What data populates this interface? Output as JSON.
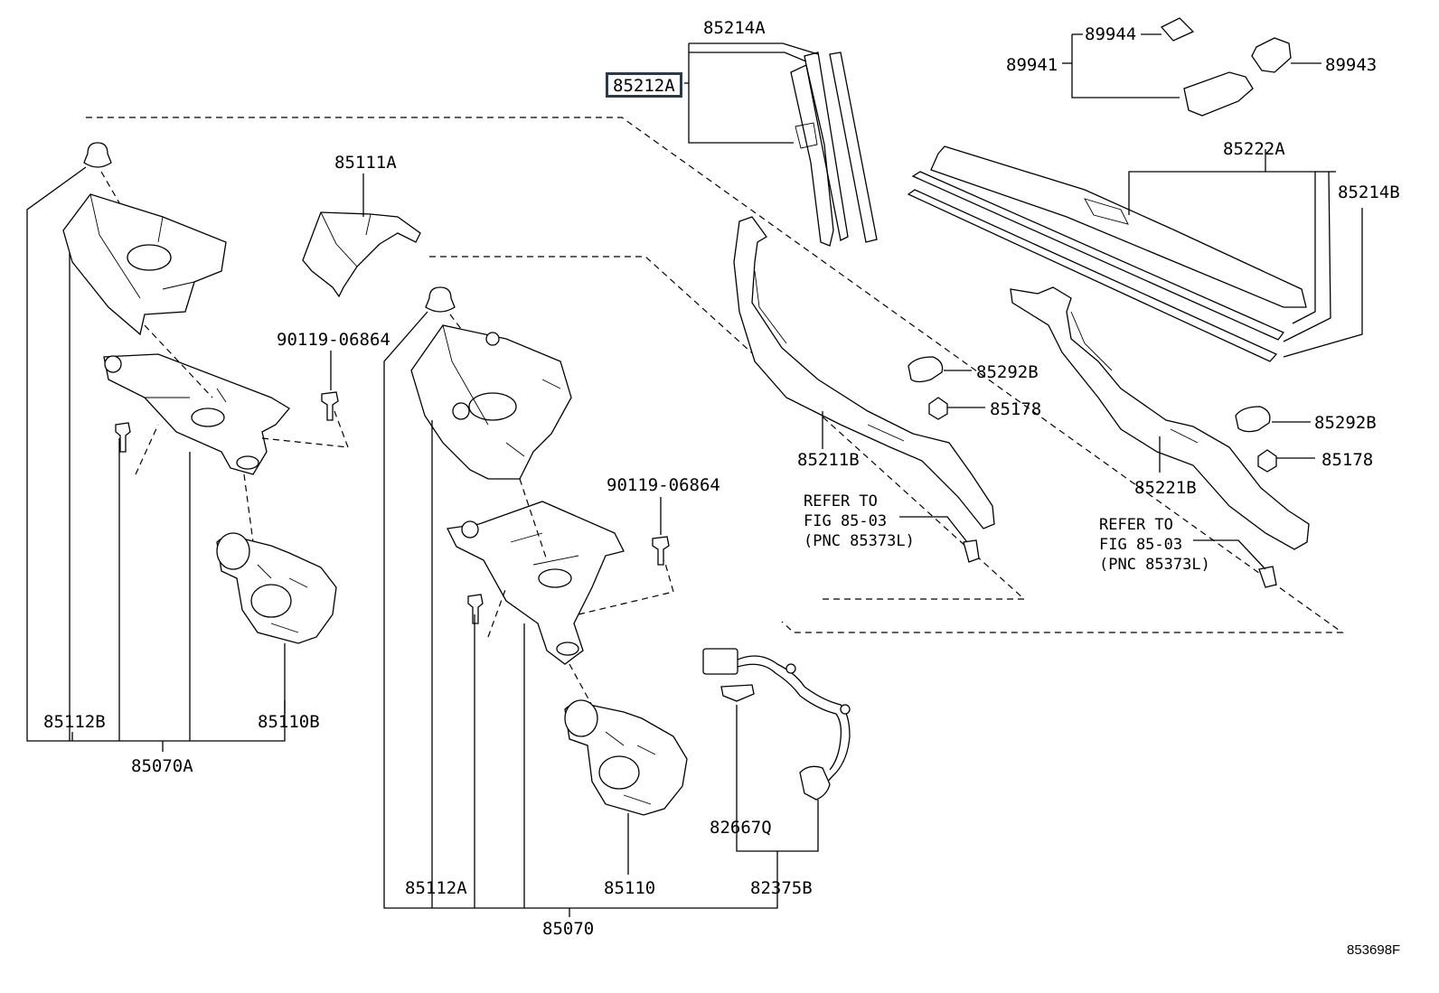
{
  "figure_id": "853698F",
  "highlight_color": "#2b3a46",
  "labels": {
    "p85214A": "85214A",
    "p85212A": "85212A",
    "p89944": "89944",
    "p89941": "89941",
    "p89943": "89943",
    "p85222A": "85222A",
    "p85214B": "85214B",
    "p85111A": "85111A",
    "p90119_left": "90119-06864",
    "p90119_mid": "90119-06864",
    "p85292B_a": "85292B",
    "p85178_a": "85178",
    "p85211B": "85211B",
    "p85292B_b": "85292B",
    "p85178_b": "85178",
    "p85221B": "85221B",
    "p85112B": "85112B",
    "p85110B": "85110B",
    "p85070A": "85070A",
    "p82667Q": "82667Q",
    "p85112A": "85112A",
    "p85110": "85110",
    "p82375B": "82375B",
    "p85070": "85070"
  },
  "refer_left": [
    "REFER TO",
    "FIG 85-03",
    "(PNC 85373L)"
  ],
  "refer_right": [
    "REFER TO",
    "FIG 85-03",
    "(PNC 85373L)"
  ]
}
